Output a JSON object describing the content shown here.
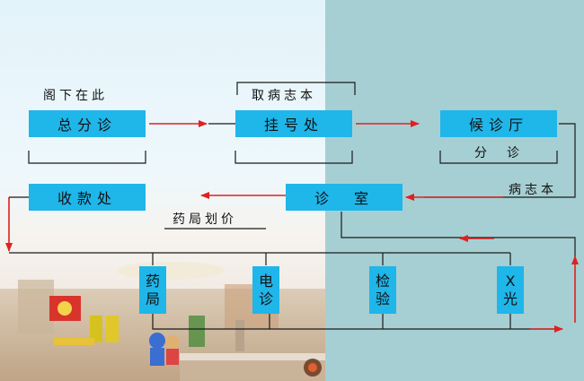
{
  "nodes": {
    "general_clinic": "总分诊",
    "registration": "挂号处",
    "waiting_hall": "候诊厅",
    "cashier": "收款处",
    "clinic_room": "诊　室",
    "pharmacy": [
      "药",
      "局"
    ],
    "electrodiagnosis": [
      "电",
      "诊"
    ],
    "lab_test": [
      "检",
      "验"
    ],
    "xray": [
      "X",
      "光"
    ]
  },
  "labels": {
    "here": "阁下在此",
    "get_record": "取病志本",
    "triage": "分　诊",
    "record_book": "病志本",
    "pharmacy_pricing": "药局划价"
  },
  "colors": {
    "box_fill": "#1fb6ea",
    "arrow": "#e02020",
    "line": "#1a1a1a",
    "right_panel": "#a6cfd3"
  }
}
